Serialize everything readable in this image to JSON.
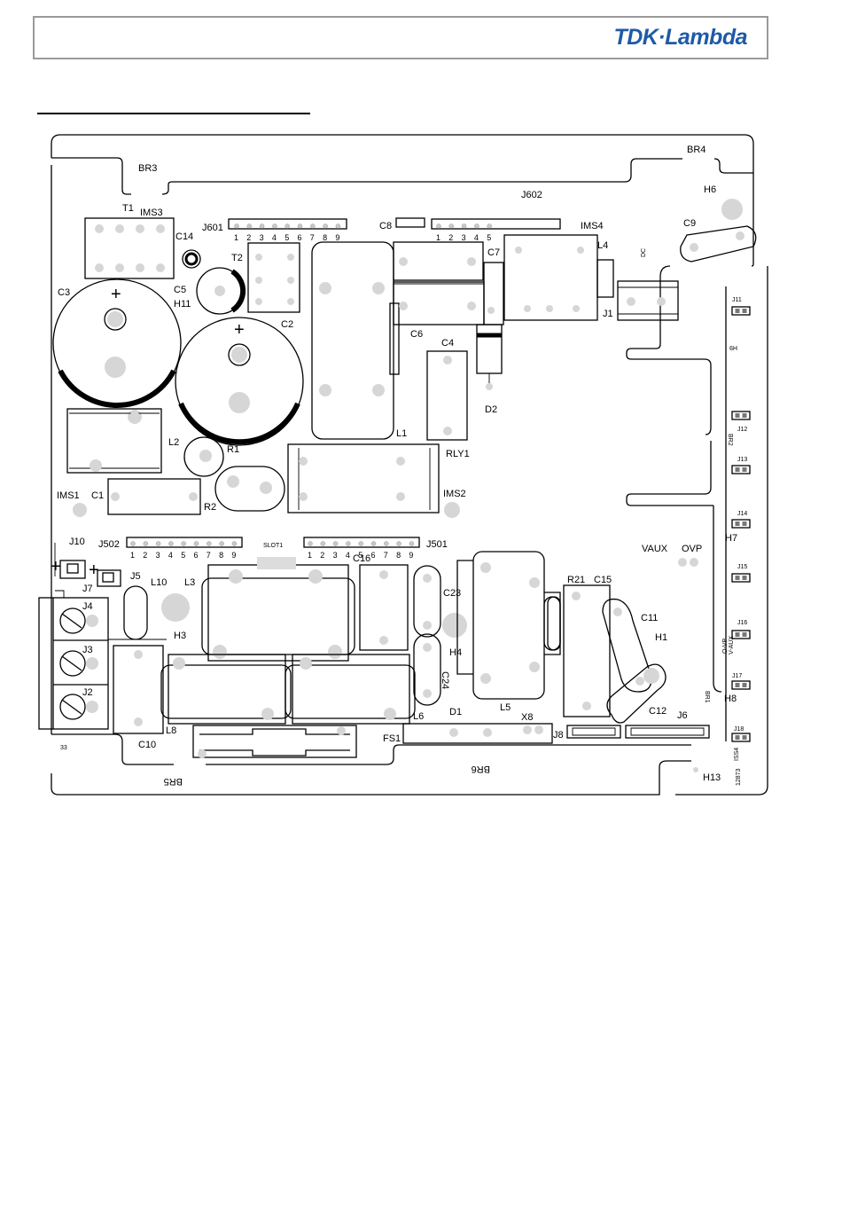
{
  "header": {
    "brand": "TDK·Lambda",
    "brand_color": "#1f5aa6"
  },
  "board": {
    "labels": {
      "BR3": "BR3",
      "BR4": "BR4",
      "J602": "J602",
      "H6": "H6",
      "T1": "T1",
      "IMS3": "IMS3",
      "J601": "J601",
      "C8": "C8",
      "IMS4": "IMS4",
      "C9": "C9",
      "C14": "C14",
      "T2": "T2",
      "L4": "L4",
      "DC": "DC",
      "C5": "C5",
      "H11": "H11",
      "C7": "C7",
      "C3": "C3",
      "C2": "C2",
      "J1": "J1",
      "J11": "J11",
      "C6": "C6",
      "C4": "C4",
      "H9": "H9",
      "D2": "D2",
      "J12": "J12",
      "L2": "L2",
      "R1": "R1",
      "L1": "L1",
      "BR2": "BR2",
      "RLY1": "RLY1",
      "J13": "J13",
      "IMS1": "IMS1",
      "C1": "C1",
      "R2": "R2",
      "IMS2": "IMS2",
      "J14": "J14",
      "H7": "H7",
      "J10": "J10",
      "J502": "J502",
      "SLOT1": "SLOT1",
      "J501": "J501",
      "VAUX": "VAUX",
      "OVP": "OVP",
      "C16": "C16",
      "J15": "J15",
      "J7": "J7",
      "J5": "J5",
      "L10": "L10",
      "L3": "L3",
      "C23": "C23",
      "R21": "R21",
      "C15": "C15",
      "J4": "J4",
      "C11": "C11",
      "H3": "H3",
      "J16": "J16",
      "OVP_small": "O-VP",
      "VAUX_small": "V-AUX",
      "H1": "H1",
      "J3": "J3",
      "H4": "H4",
      "C24": "C24",
      "J17": "J17",
      "BR1": "BR1",
      "H8": "H8",
      "J2": "J2",
      "D1": "D1",
      "L5": "L5",
      "C12": "C12",
      "L6": "L6",
      "X8": "X8",
      "J6": "J6",
      "C10": "C10",
      "L8": "L8",
      "FS1": "FS1",
      "J8": "J8",
      "J18": "J18",
      "ISS4": "ISS4",
      "BR5": "BR5",
      "BR6": "BR6",
      "H13": "H13",
      "code": "12873",
      "tiny_mark": "33",
      "plus": "+"
    },
    "pins_9": [
      "1",
      "2",
      "3",
      "4",
      "5",
      "6",
      "7",
      "8",
      "9"
    ],
    "pins_5": [
      "1",
      "2",
      "3",
      "4",
      "5"
    ]
  }
}
